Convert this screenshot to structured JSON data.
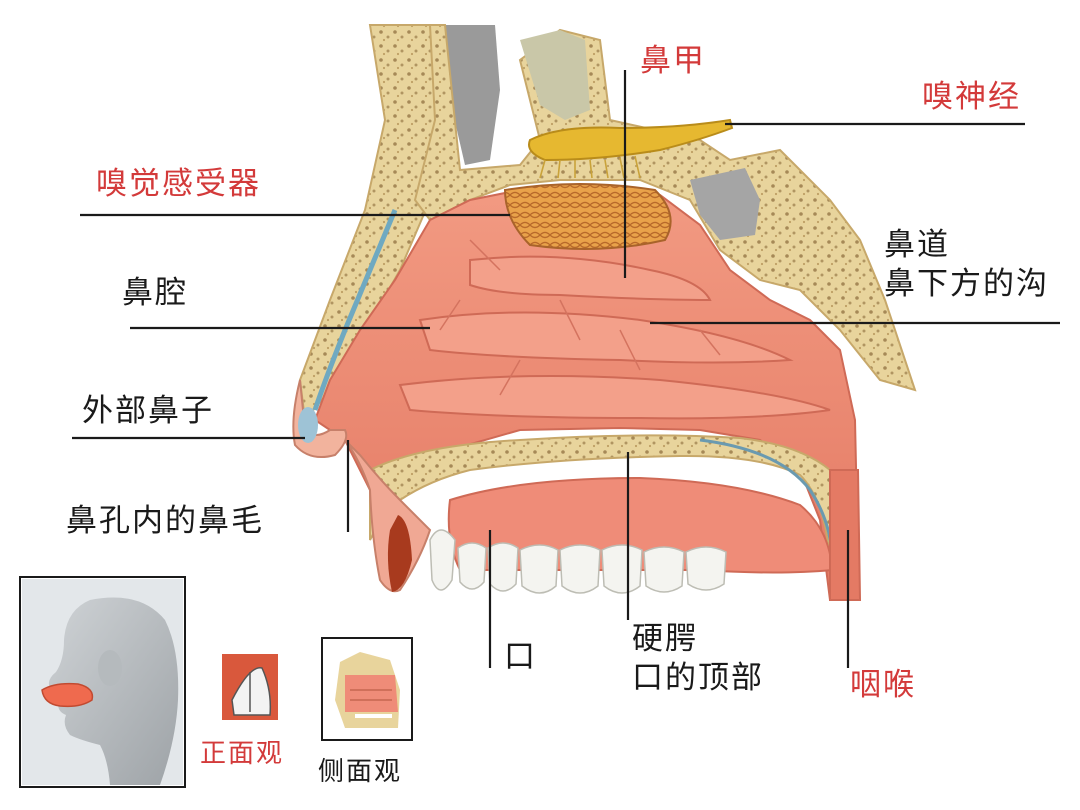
{
  "labels": {
    "turbinate": "鼻甲",
    "olfactory_nerve": "嗅神经",
    "olfactory_receptor": "嗅觉感受器",
    "nasal_cavity": "鼻腔",
    "nasal_meatus_line1": "鼻道",
    "nasal_meatus_line2": "鼻下方的沟",
    "external_nose": "外部鼻子",
    "nose_hair": "鼻孔内的鼻毛",
    "mouth": "口",
    "hard_palate_line1": "硬腭",
    "hard_palate_line2": "口的顶部",
    "pharynx": "咽喉",
    "front_view": "正面观",
    "side_view": "侧面观"
  },
  "colors": {
    "label_red": "#d33a3a",
    "label_black": "#1a1a1a",
    "mucosa": "#ec8a74",
    "mucosa_dark": "#d46a58",
    "bone": "#e8d49c",
    "bone_speckle": "#8a6a3a",
    "nerve": "#e6b830",
    "gray_tissue": "#a9a9a9"
  }
}
